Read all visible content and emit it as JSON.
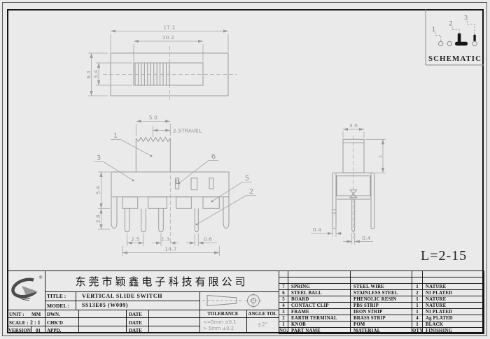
{
  "sheet": {
    "length_note": "L=2-15"
  },
  "schematic": {
    "label": "SCHEMATIC",
    "pin1": "1",
    "pin2": "2",
    "pin3": "3"
  },
  "top_view": {
    "outer_width": "17.1",
    "inner_width": "10.2",
    "outer_height": "6.1",
    "inner_height": "3.4"
  },
  "front_view": {
    "knob_width": "5.0",
    "travel": "2.5TRAVEL",
    "body_height": "5.4",
    "leg_height": "2.8",
    "pin_pitch": "2.5",
    "center_offset": "1.3",
    "terminal_width": "0.6",
    "total_width": "14.7",
    "callout_knob": "1",
    "callout_frame": "3",
    "callout_ball": "6",
    "callout_board": "5",
    "callout_terminal": "2"
  },
  "side_view": {
    "knob_width": "3.0",
    "knob_height": "L",
    "leg_thickness": "0.4",
    "pin_thickness": "0.4"
  },
  "title_block": {
    "company": "东莞市颖鑫电子科技有限公司",
    "registered": "®",
    "title_label": "TITLE :",
    "title_value": "VERTICAL SLIDE SWITCH",
    "model_label": "MODEL :",
    "model_value": "SS13E05  (W009)",
    "unit_label": "UNIT :",
    "unit_value": "MM",
    "scale_label": "SCALE :",
    "scale_value": "2 : 1",
    "version_label": "VERSION",
    "version_value": "01",
    "drawn_label": "DWN.",
    "checked_label": "CHK'D",
    "approved_label": "APPD.",
    "date_label": "DATE",
    "tolerance_label": "TOLERANCE",
    "tolerance_line1": "<=5mm ±0.1",
    "tolerance_line2": "> 5mm ±0.2",
    "angle_label": "ANGLE TOL",
    "angle_value": "±2°"
  },
  "parts_table": {
    "headers": {
      "no": "NO.",
      "name": "PART NAME",
      "material": "MATERIAL",
      "qty": "QTY.",
      "finishing": "FINISHING"
    },
    "rows": [
      {
        "no": "7",
        "name": "SPRING",
        "material": "STEEL WIRE",
        "qty": "1",
        "finishing": "NATURE"
      },
      {
        "no": "6",
        "name": "STEEL BALL",
        "material": "STAINLESS STEEL",
        "qty": "2",
        "finishing": "NI PLATED"
      },
      {
        "no": "5",
        "name": "BOARD",
        "material": "PHENOLIC RESIN",
        "qty": "1",
        "finishing": "NATURE"
      },
      {
        "no": "4",
        "name": "CONTACT CLIP",
        "material": "PBS STRIP",
        "qty": "1",
        "finishing": "NATURE"
      },
      {
        "no": "3",
        "name": "FRAME",
        "material": "IRON STRIP",
        "qty": "1",
        "finishing": "NI PLATED"
      },
      {
        "no": "2",
        "name": "EARTH TERMINAL",
        "material": "BRASS STRIP",
        "qty": "4",
        "finishing": "Ag PLATED"
      },
      {
        "no": "1",
        "name": "KNOB",
        "material": "POM",
        "qty": "1",
        "finishing": "BLACK"
      }
    ]
  }
}
